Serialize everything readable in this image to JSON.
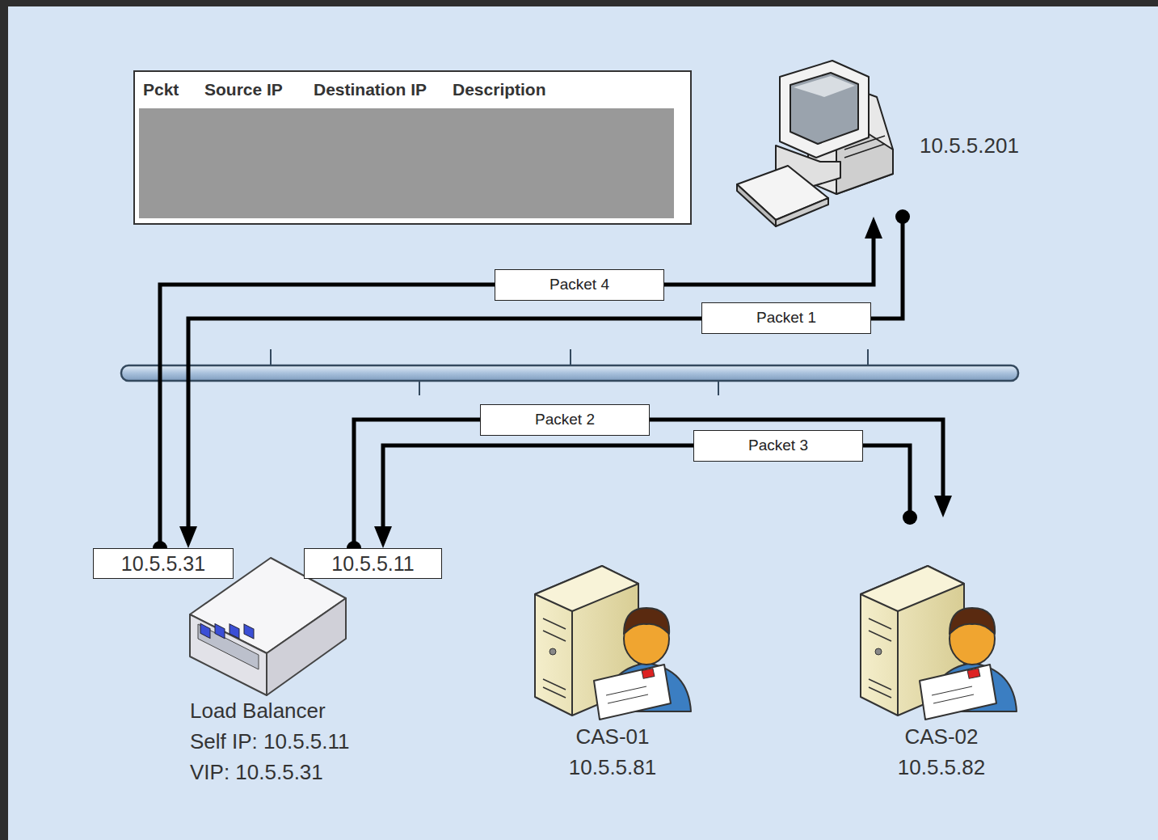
{
  "diagram": {
    "nodes": [
      {
        "text": [
          "Pckt",
          "Source IP",
          "Destination IP",
          "Description"
        ]
      },
      {
        "text": [
          "10.5.5.201"
        ]
      },
      {
        "text": [
          "10.5.5.31"
        ]
      },
      {
        "text": [
          "10.5.5.11"
        ]
      },
      {
        "text": [
          "Load Balancer",
          "Self IP: 10.5.5.11",
          "VIP: 10.5.5.31"
        ]
      },
      {
        "text": [
          "CAS-01",
          "10.5.5.81"
        ]
      },
      {
        "text": [
          "CAS-02",
          "10.5.5.82"
        ]
      }
    ],
    "edges": [
      {
        "from": 1,
        "to": 2,
        "arrow": "to",
        "label": "Packet 1"
      },
      {
        "from": 3,
        "to": 6,
        "arrow": "to",
        "label": "Packet 2"
      },
      {
        "from": 6,
        "to": 3,
        "arrow": "to",
        "label": "Packet 3"
      },
      {
        "from": 2,
        "to": 1,
        "arrow": "to",
        "label": "Packet 4"
      }
    ]
  }
}
